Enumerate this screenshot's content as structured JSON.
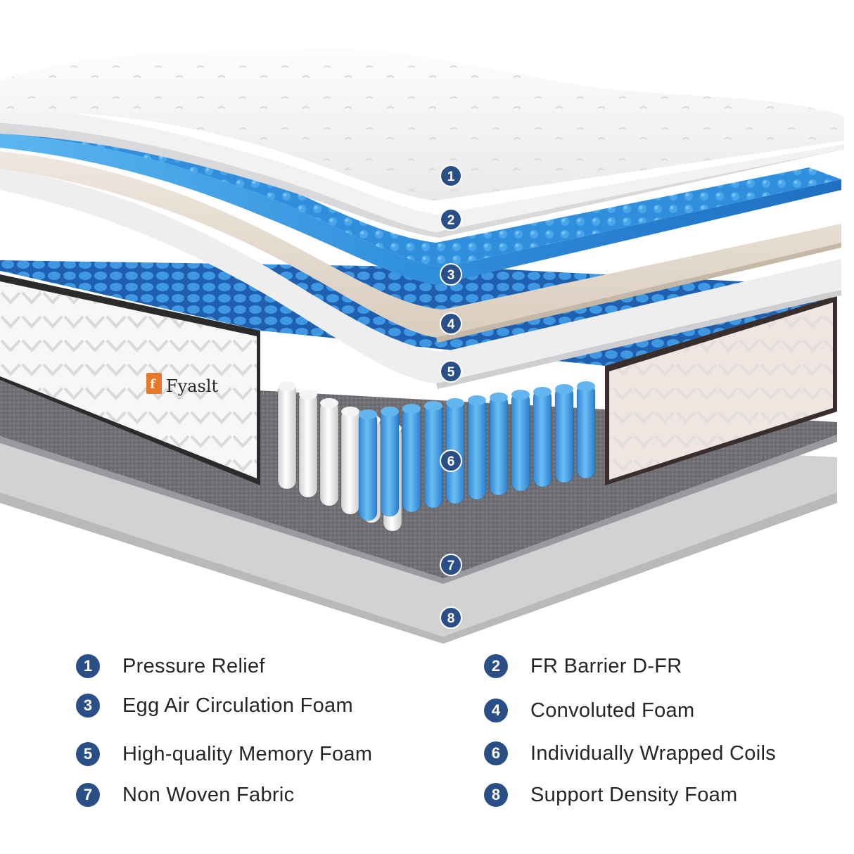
{
  "brand": {
    "name": "Fyaslt",
    "logo_color": "#e8782a"
  },
  "layers": [
    {
      "number": "1",
      "label": "Pressure Relief"
    },
    {
      "number": "2",
      "label": "FR Barrier D-FR"
    },
    {
      "number": "3",
      "label": "Egg Air Circulation Foam"
    },
    {
      "number": "4",
      "label": "Convoluted Foam"
    },
    {
      "number": "5",
      "label": "High-quality Memory Foam"
    },
    {
      "number": "6",
      "label": "Individually Wrapped Coils"
    },
    {
      "number": "7",
      "label": "Non Woven Fabric"
    },
    {
      "number": "8",
      "label": "Support Density Foam"
    }
  ],
  "colors": {
    "badge": "#2a4f86",
    "blue_foam": "#3a8fd6",
    "coil_blue": "#4aa3e8",
    "beige_foam": "#e6ddd0",
    "grey_fabric": "#6e6e72",
    "base_foam": "#c9c9cb"
  }
}
